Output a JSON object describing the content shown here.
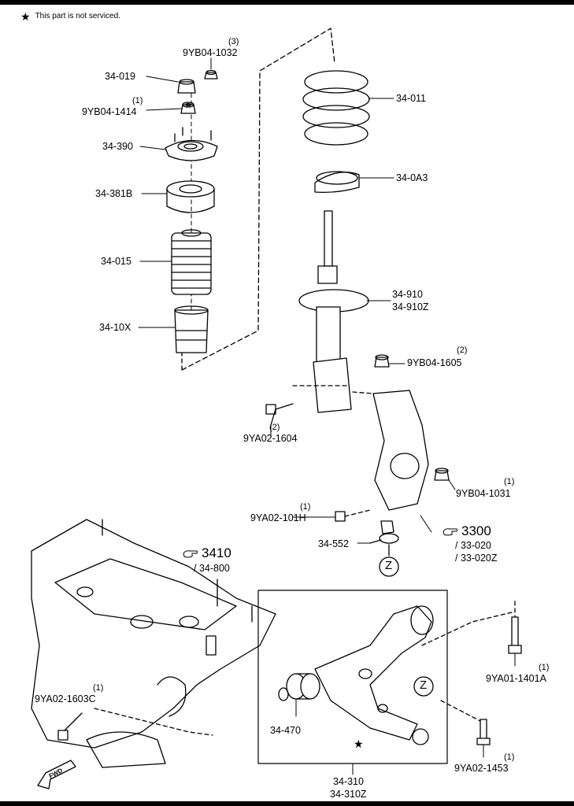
{
  "note": {
    "star": "★",
    "text": "This part is not serviced."
  },
  "labels": {
    "p34_019": "34-019",
    "p9YB04_1032": "9YB04-1032",
    "q9YB04_1032": "(3)",
    "p9YB04_1414": "9YB04-1414",
    "q9YB04_1414": "(1)",
    "p34_390": "34-390",
    "p34_381B": "34-381B",
    "p34_015": "34-015",
    "p34_10X": "34-10X",
    "p34_011": "34-011",
    "p34_0A3": "34-0A3",
    "p34_910": "34-910",
    "p34_910Z": "34-910Z",
    "p9YB04_1605": "9YB04-1605",
    "q9YB04_1605": "(2)",
    "p9YA02_1604": "9YA02-1604",
    "q9YA02_1604": "(2)",
    "p9YB04_1031": "9YB04-1031",
    "q9YB04_1031": "(1)",
    "p9YA02_101H": "9YA02-101H",
    "q9YA02_101H": "(1)",
    "p34_552": "34-552",
    "r3300": "3300",
    "r33_020": "/ 33-020",
    "r33_020Z": "/ 33-020Z",
    "r3410": "3410",
    "r34_800": "/ 34-800",
    "p9YA02_1603C": "9YA02-1603C",
    "q9YA02_1603C": "(1)",
    "p9YA01_1401A": "9YA01-1401A",
    "q9YA01_1401A": "(1)",
    "p34_470": "34-470",
    "p9YA02_1453": "9YA02-1453",
    "q9YA02_1453": "(1)",
    "p34_310": "34-310",
    "p34_310Z": "34-310Z",
    "zone_z": "Z",
    "fwd": "FWD"
  },
  "icons": {
    "reference": "pointing-hand-icon",
    "not_serviced": "star-icon"
  }
}
